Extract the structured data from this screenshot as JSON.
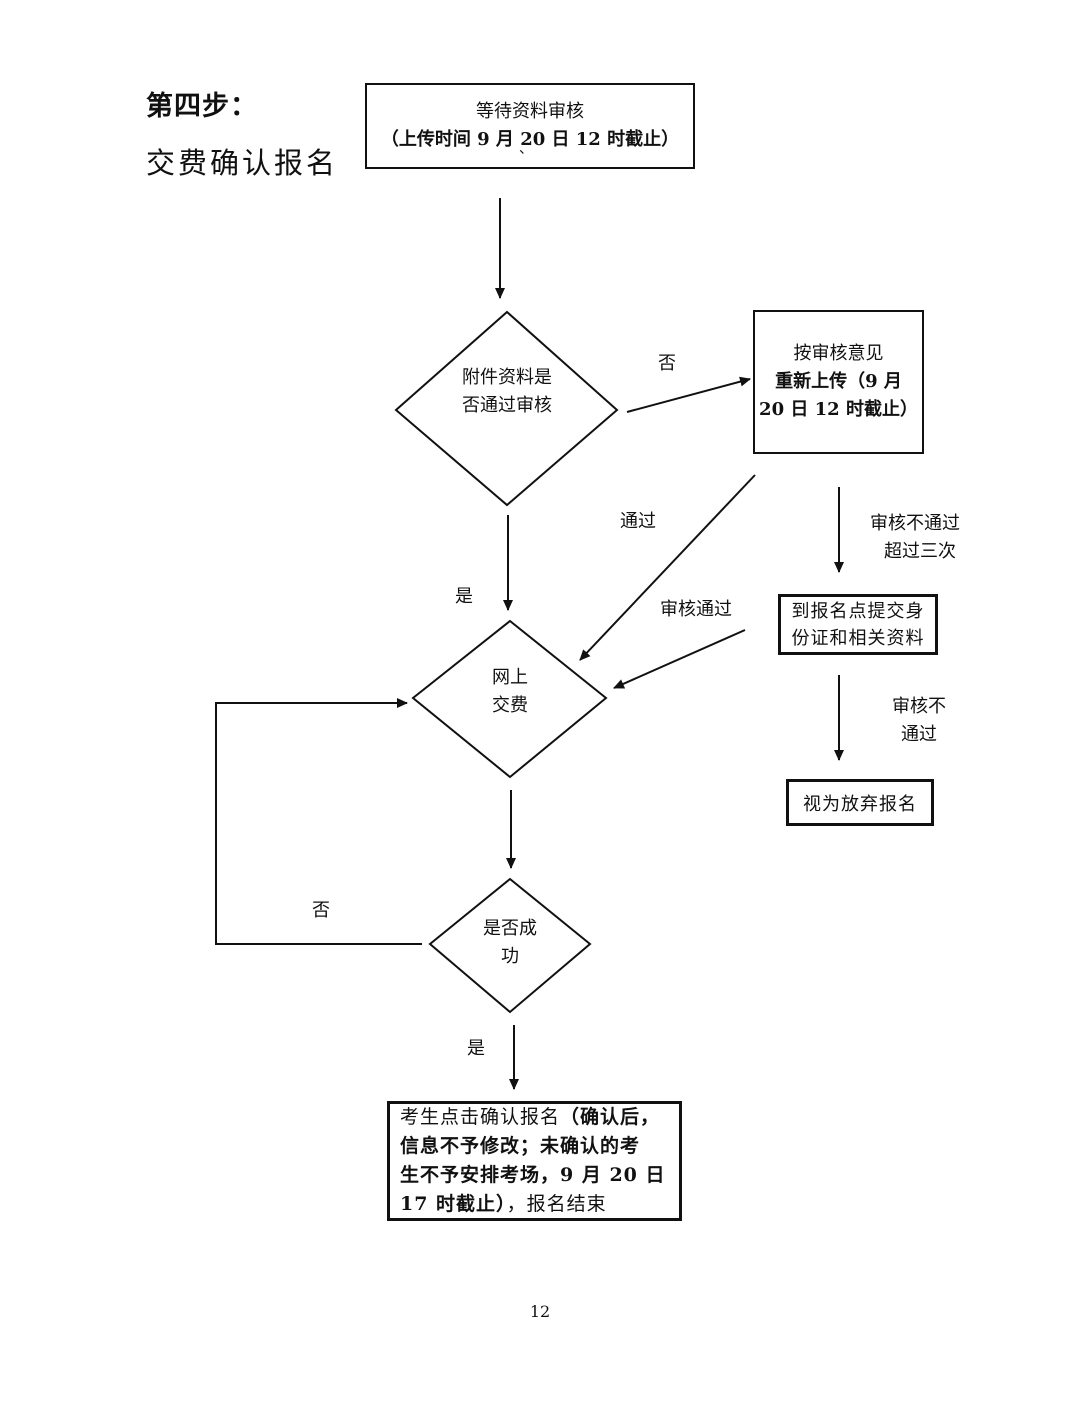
{
  "heading": {
    "step": "第四步：",
    "title": "交费确认报名"
  },
  "nodes": {
    "await_review": {
      "line1": "等待资料审核",
      "line2": "（上传时间 9 月 20 日 12 时截止）",
      "mark": "、"
    },
    "attachment_check": {
      "line1": "附件资料是",
      "line2": "否通过审核"
    },
    "reupload": {
      "line1": "按审核意见",
      "line2": "重新上传（9 月",
      "line3": "20 日 12 时截止）"
    },
    "submit_in_person": {
      "line1": "到报名点提交身",
      "line2": "份证和相关资料"
    },
    "give_up": {
      "line1": "视为放弃报名"
    },
    "pay_online": {
      "line1": "网上",
      "line2": "交费"
    },
    "success_check": {
      "line1": "是否成",
      "line2": "功"
    },
    "confirm": {
      "line1_normal": "考生点击确认报名",
      "line1_bold": "（确认后，",
      "line2": "信息不予修改；未确认的考",
      "line3": "生不予安排考场，9 月 20 日",
      "line4_bold": "17 时截止）",
      "line4_normal": "，报名结束"
    }
  },
  "edge_labels": {
    "no_to_reupload": "否",
    "pass": "通过",
    "yes_to_pay": "是",
    "review_fail_three": {
      "line1": "审核不通过",
      "line2": "超过三次"
    },
    "review_pass": "审核通过",
    "review_fail": {
      "line1": "审核不",
      "line2": "通过"
    },
    "no_retry": "否",
    "yes_to_confirm": "是"
  },
  "page_number": "12"
}
